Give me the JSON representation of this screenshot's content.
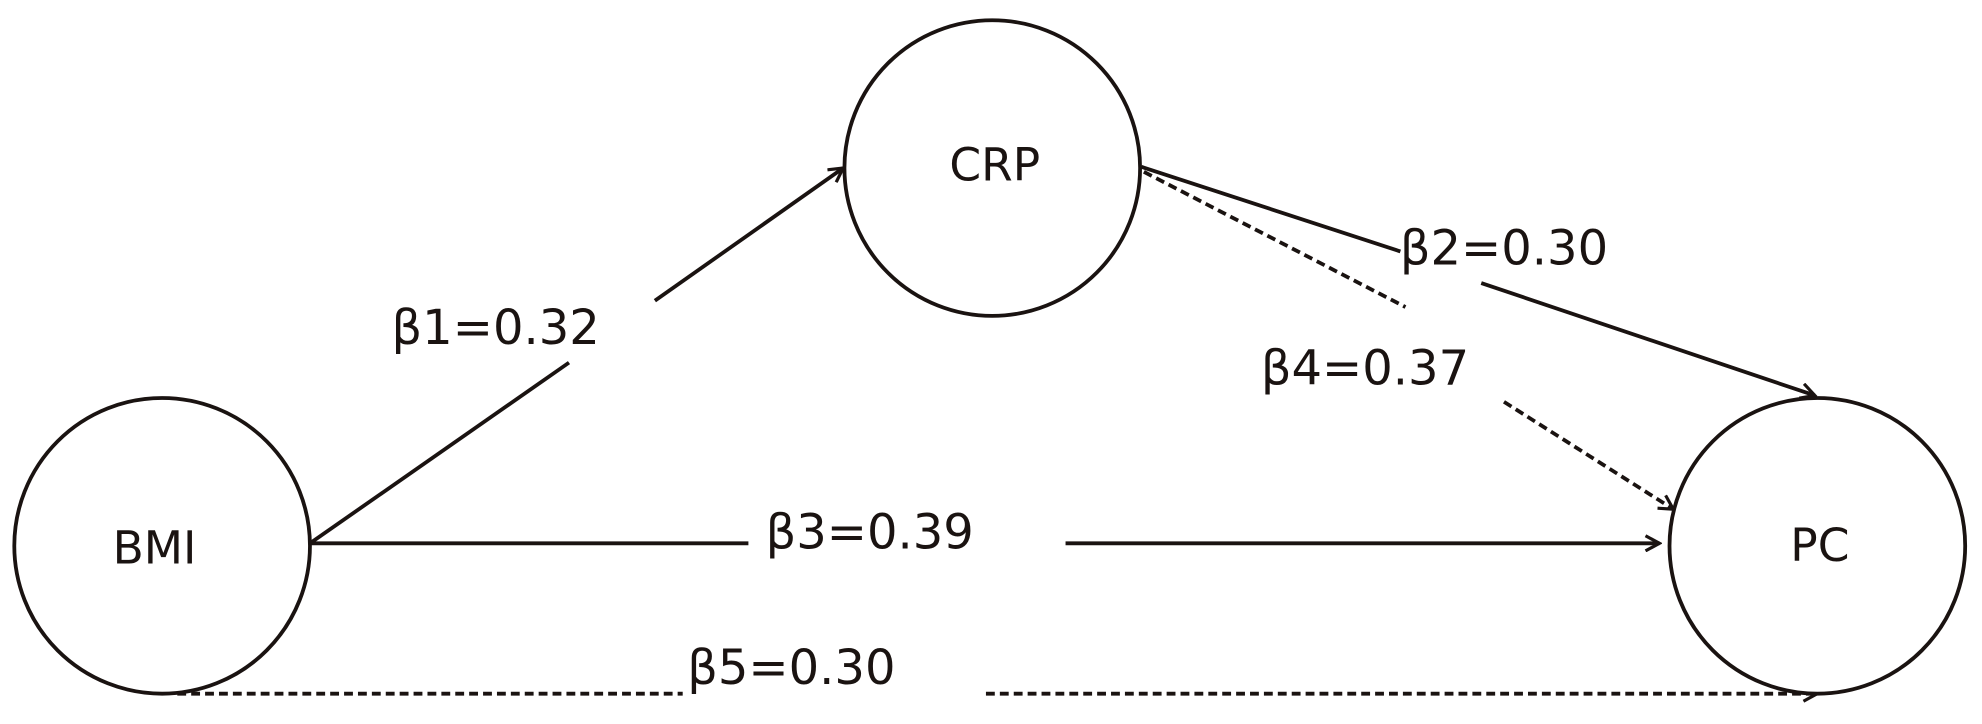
{
  "nodes": {
    "crp": "CRP",
    "bmi": "BMI",
    "pc": "PC"
  },
  "edges": {
    "b1": {
      "label": "β1=0.32",
      "from": "BMI",
      "to": "CRP",
      "style": "solid"
    },
    "b2": {
      "label": "β2=0.30",
      "from": "CRP",
      "to": "PC",
      "style": "solid"
    },
    "b3": {
      "label": "β3=0.39",
      "from": "BMI",
      "to": "PC",
      "style": "solid"
    },
    "b4": {
      "label": "β4=0.37",
      "from": "CRP",
      "to": "PC",
      "style": "dashed"
    },
    "b5": {
      "label": "β5=0.30",
      "from": "BMI",
      "to": "PC",
      "style": "dashed"
    }
  },
  "colors": {
    "ink": "#1a1311",
    "background": "#ffffff"
  }
}
